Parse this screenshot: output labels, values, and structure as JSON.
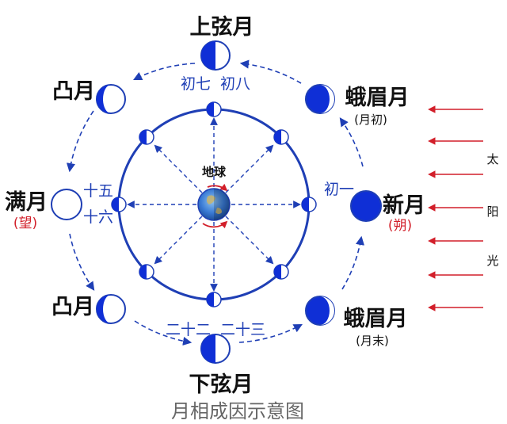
{
  "colors": {
    "orbit": "#1f3fb5",
    "moon_dark": "#0f2fd6",
    "moon_outline": "#1f3fb5",
    "sun_arrows": "#d21f2a",
    "earth": "#3a7bd5",
    "text_red": "#d21f2a"
  },
  "earth_label": "地球",
  "phases": {
    "first_quarter": {
      "name": "上弦月",
      "days": "初七  初八"
    },
    "waxing_gibbous": {
      "name": "凸月"
    },
    "waxing_crescent": {
      "name": "蛾眉月",
      "sub": "(月初)"
    },
    "full_moon": {
      "name": "满月",
      "sub": "(望)",
      "days_top": "十五",
      "days_bottom": "十六"
    },
    "new_moon": {
      "name": "新月",
      "sub": "(朔)",
      "days": "初一"
    },
    "waning_gibbous": {
      "name": "凸月"
    },
    "waning_crescent": {
      "name": "蛾眉月",
      "sub": "(月末)"
    },
    "last_quarter": {
      "name": "下弦月",
      "days": "二十二  二十三"
    }
  },
  "sunlight": [
    "太",
    "阳",
    "光"
  ],
  "caption": "月相成因示意图"
}
